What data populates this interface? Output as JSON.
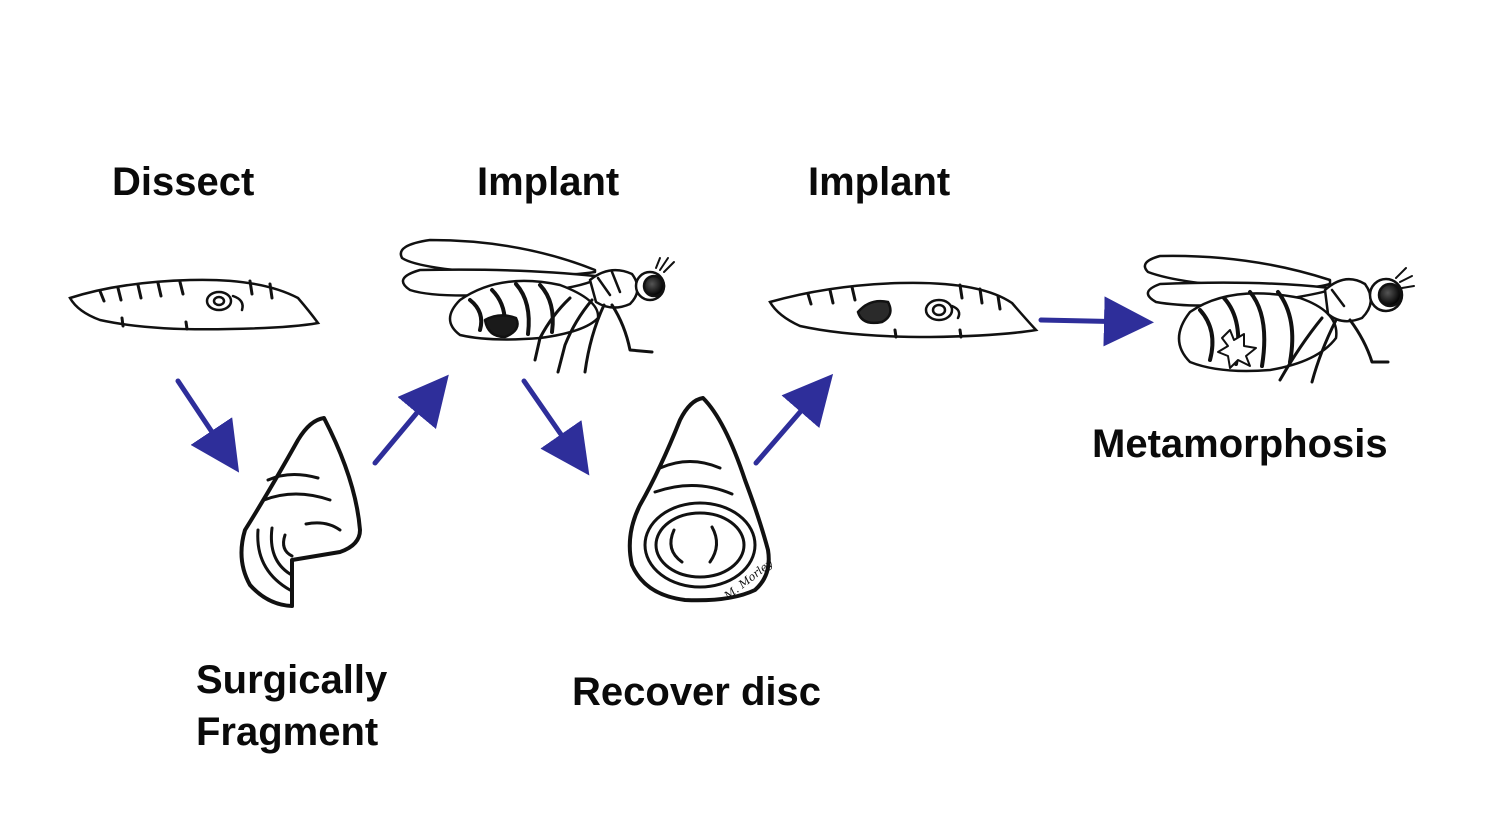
{
  "steps": {
    "dissect": "Dissect",
    "implant_1": "Implant",
    "implant_2": "Implant",
    "surgically_fragment_line1": "Surgically",
    "surgically_fragment_line2": "Fragment",
    "recover_disc": "Recover disc",
    "metamorphosis": "Metamorphosis"
  },
  "artist_signature": "M. Morley",
  "colors": {
    "arrow": "#2e2e9a",
    "ink": "#111111",
    "dark_tissue": "#1a1a1a"
  },
  "icons": [
    "larva-donor-icon",
    "fragment-disc-icon",
    "adult-host-fly-icon",
    "regenerated-disc-icon",
    "larva-recipient-icon",
    "metamorphosed-fly-icon"
  ]
}
